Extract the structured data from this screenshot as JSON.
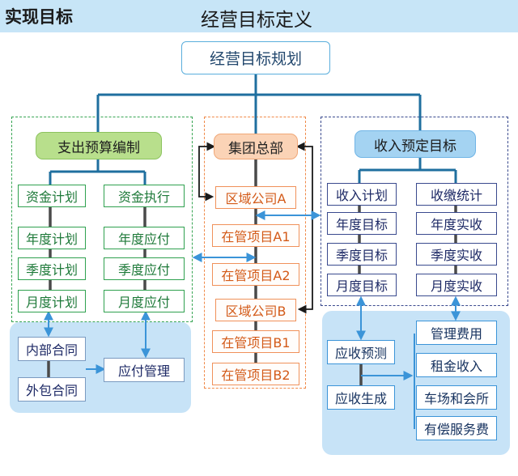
{
  "header": {
    "tag": "实现目标",
    "title": "经营目标定义"
  },
  "top": {
    "label": "经营目标规划"
  },
  "left": {
    "title": "支出预算编制",
    "col1": [
      "资金计划",
      "年度计划",
      "季度计划",
      "月度计划"
    ],
    "col2": [
      "资金执行",
      "年度应付",
      "季度应付",
      "月度应付"
    ],
    "bottom": {
      "internal": "内部合同",
      "outsource": "外包合同",
      "payable": "应付管理"
    }
  },
  "middle": {
    "title": "集团总部",
    "items": [
      "区域公司A",
      "在管项目A1",
      "在管项目A2",
      "区域公司B",
      "在管项目B1",
      "在管项目B2"
    ]
  },
  "right": {
    "title": "收入预定目标",
    "col1": [
      "收入计划",
      "年度目标",
      "季度目标",
      "月度目标"
    ],
    "col2": [
      "收缴统计",
      "年度实收",
      "季度实收",
      "月度实收"
    ],
    "bottom": {
      "forecast": "应收预测",
      "generate": "应收生成",
      "items": [
        "管理费用",
        "租金收入",
        "车场和会所",
        "有偿服务费"
      ]
    }
  },
  "colors": {
    "header_bg": "#c7e5f7",
    "trunk": "#1f6f9f",
    "green": "#2fa14f",
    "orange": "#f0915a",
    "navy": "#3a4a8e",
    "blue": "#3b94d8"
  }
}
